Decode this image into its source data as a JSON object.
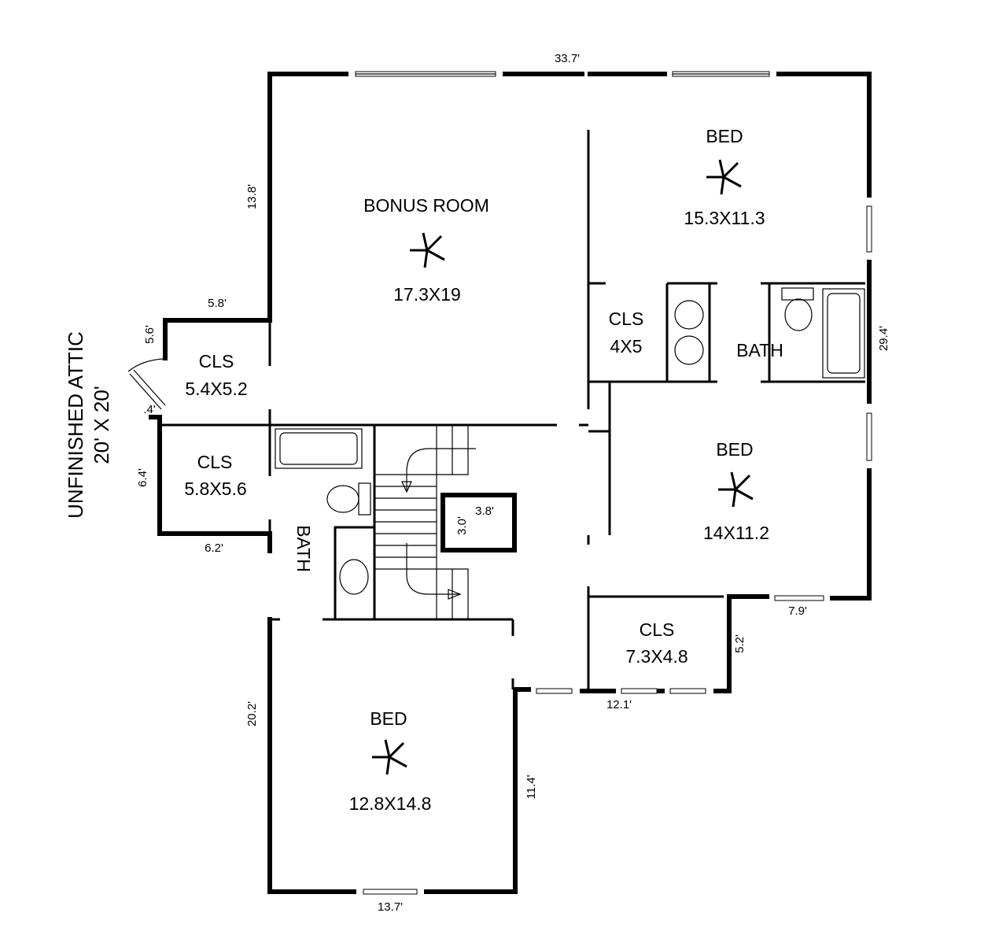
{
  "rooms": {
    "bonus": {
      "name": "BONUS ROOM",
      "size": "17.3X19"
    },
    "bed_ne": {
      "name": "BED",
      "size": "15.3X11.3"
    },
    "cls_ne": {
      "name": "CLS",
      "size": "4X5"
    },
    "bath_ne": {
      "name": "BATH"
    },
    "bed_e": {
      "name": "BED",
      "size": "14X11.2"
    },
    "cls_se": {
      "name": "CLS",
      "size": "7.3X4.8"
    },
    "bed_s": {
      "name": "BED",
      "size": "12.8X14.8"
    },
    "bath_w": {
      "name": "BATH"
    },
    "cls_nw": {
      "name": "CLS",
      "size": "5.4X5.2"
    },
    "cls_w": {
      "name": "CLS",
      "size": "5.8X5.6"
    },
    "attic": {
      "name": "UNFINISHED ATTIC",
      "size": "20' X 20'"
    }
  },
  "dimensions": {
    "top": "33.7'",
    "left_upper": "13.8'",
    "nook_top": "5.8'",
    "nook_side": "5.6'",
    "door_gap": ".4'",
    "cls_side": "6.4'",
    "cls_bottom": "6.2'",
    "left_lower": "20.2'",
    "bottom": "13.7'",
    "bed_s_right": "11.4'",
    "middle_bottom": "12.1'",
    "cls_se_side": "5.2'",
    "right_bottom": "7.9'",
    "right": "29.4'",
    "chase_w": "3.8'",
    "chase_h": "3.0'"
  }
}
